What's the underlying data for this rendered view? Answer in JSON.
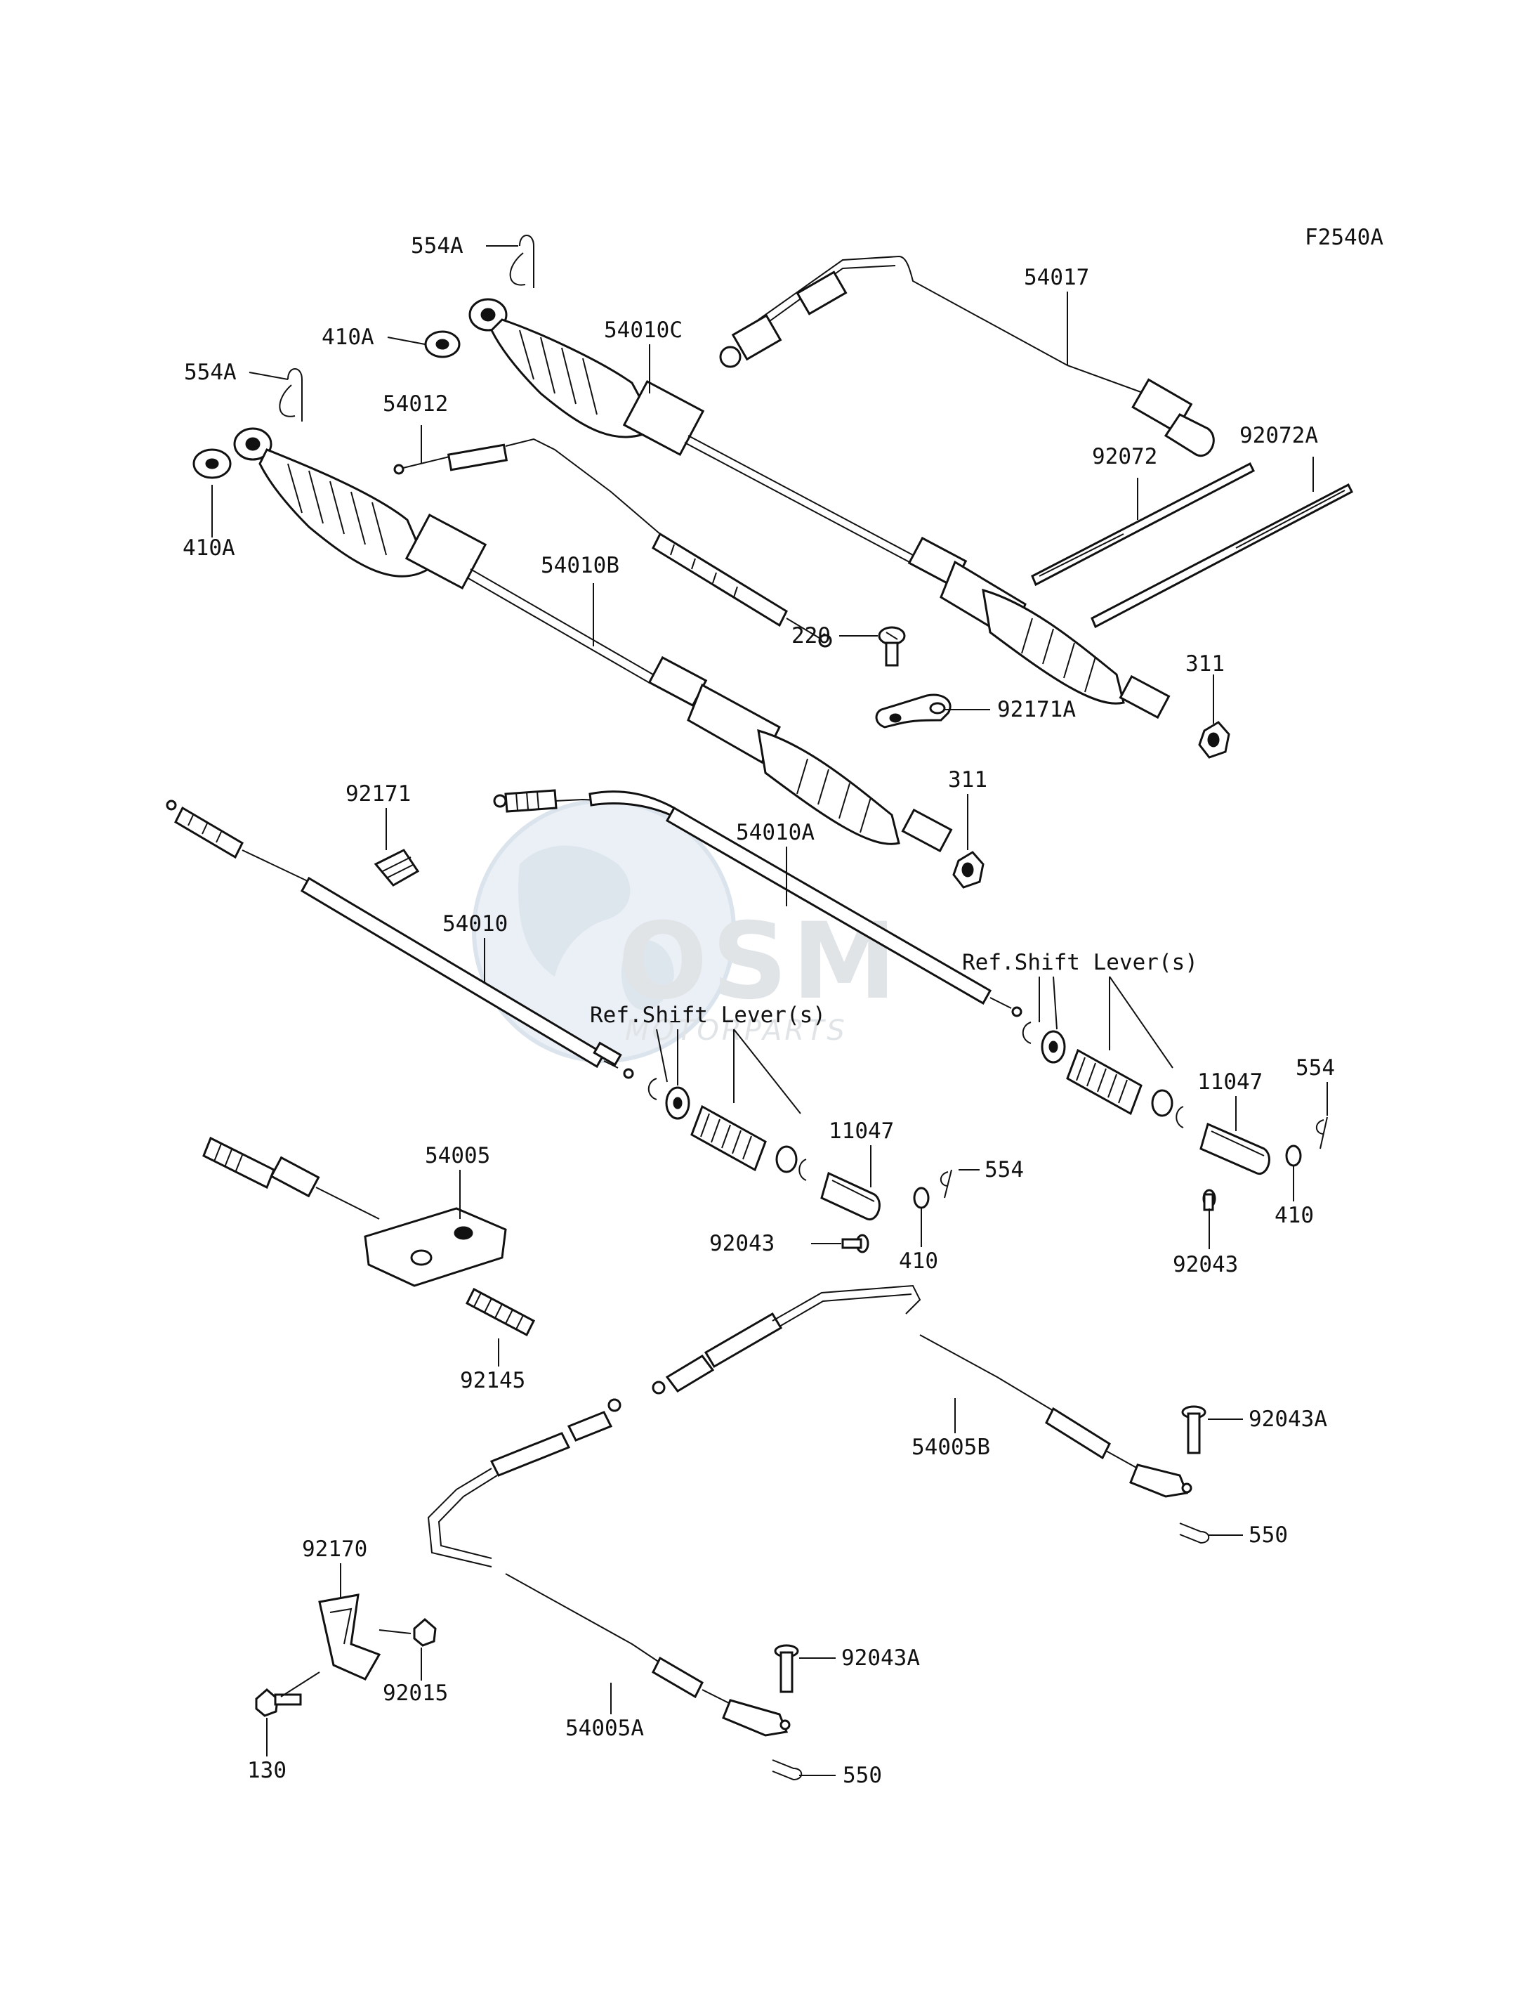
{
  "diagram_code": "F2540A",
  "watermark": {
    "brand": "OSM",
    "sub": "MOTORPARTS"
  },
  "labels": {
    "p554a_top": "554A",
    "p410a_top": "410A",
    "p554a_left": "554A",
    "p410a_left": "410A",
    "p54012": "54012",
    "p54010c": "54010C",
    "p54017": "54017",
    "p92072": "92072",
    "p92072a": "92072A",
    "p54010b": "54010B",
    "p220": "220",
    "p92171a": "92171A",
    "p311_upper": "311",
    "p311_lower": "311",
    "p92171": "92171",
    "p54010a": "54010A",
    "p54010": "54010",
    "ref_left": "Ref.Shift Lever(s)",
    "ref_right": "Ref.Shift Lever(s)",
    "p11047_left": "11047",
    "p11047_right": "11047",
    "p554_left": "554",
    "p554_right": "554",
    "p92043_left": "92043",
    "p92043_right": "92043",
    "p410_left": "410",
    "p410_right": "410",
    "p54005": "54005",
    "p92145": "92145",
    "p54005b": "54005B",
    "p92043a_upper": "92043A",
    "p550_upper": "550",
    "p92170": "92170",
    "p92015": "92015",
    "p130": "130",
    "p54005a": "54005A",
    "p92043a_lower": "92043A",
    "p550_lower": "550"
  }
}
